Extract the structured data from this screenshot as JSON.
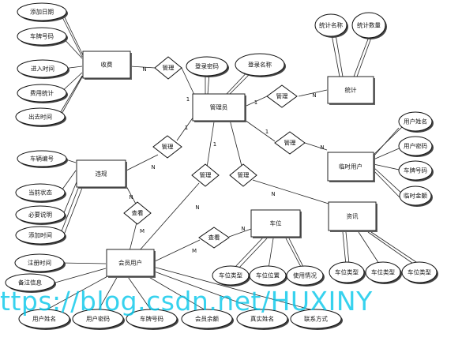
{
  "entities": [
    {
      "id": "shoufei",
      "label": "收费"
    },
    {
      "id": "guanliyuan",
      "label": "管理员"
    },
    {
      "id": "tongji",
      "label": "统计"
    },
    {
      "id": "linshiyonghu",
      "label": "临时用户"
    },
    {
      "id": "weigui",
      "label": "违规"
    },
    {
      "id": "chewei",
      "label": "车位"
    },
    {
      "id": "zixun",
      "label": "资讯"
    },
    {
      "id": "huiyuanyonghu",
      "label": "会员用户"
    }
  ],
  "relationships": [
    {
      "id": "r_shoufei",
      "label": "管理"
    },
    {
      "id": "r_tongji",
      "label": "管理"
    },
    {
      "id": "r_linshi",
      "label": "管理"
    },
    {
      "id": "r_weigui",
      "label": "管理"
    },
    {
      "id": "r_huiyuan",
      "label": "管理"
    },
    {
      "id": "r_zixun",
      "label": "管理"
    },
    {
      "id": "r_chakan1",
      "label": "查看"
    },
    {
      "id": "r_chakan2",
      "label": "查看"
    }
  ],
  "attributes": [
    {
      "id": "a1",
      "label": "添加日期"
    },
    {
      "id": "a2",
      "label": "车牌号码"
    },
    {
      "id": "a3",
      "label": "进入时间"
    },
    {
      "id": "a4",
      "label": "费用统计"
    },
    {
      "id": "a5",
      "label": "出去时间"
    },
    {
      "id": "a6",
      "label": "登录密码"
    },
    {
      "id": "a7",
      "label": "登录名称"
    },
    {
      "id": "a8",
      "label": "统计名称"
    },
    {
      "id": "a9",
      "label": "统计数量"
    },
    {
      "id": "a10",
      "label": "用户姓名"
    },
    {
      "id": "a11",
      "label": "用户密码"
    },
    {
      "id": "a12",
      "label": "车牌号码"
    },
    {
      "id": "a13",
      "label": "临时金额"
    },
    {
      "id": "a14",
      "label": "车辆编号"
    },
    {
      "id": "a15",
      "label": "当前状态"
    },
    {
      "id": "a16",
      "label": "必要说明"
    },
    {
      "id": "a17",
      "label": "添加时间"
    },
    {
      "id": "a18",
      "label": "注册时间"
    },
    {
      "id": "a19",
      "label": "备注信息"
    },
    {
      "id": "a20",
      "label": "车位类型"
    },
    {
      "id": "a21",
      "label": "车位位置"
    },
    {
      "id": "a22",
      "label": "使用情况"
    },
    {
      "id": "a23",
      "label": "车位类型"
    },
    {
      "id": "a24",
      "label": "车位类型"
    },
    {
      "id": "a25",
      "label": "车位类型"
    },
    {
      "id": "a26",
      "label": "用户姓名"
    },
    {
      "id": "a27",
      "label": "用户密码"
    },
    {
      "id": "a28",
      "label": "车牌号码"
    },
    {
      "id": "a29",
      "label": "会员余额"
    },
    {
      "id": "a30",
      "label": "真实姓名"
    },
    {
      "id": "a31",
      "label": "联系方式"
    }
  ],
  "cardinalities": [
    {
      "id": "c1",
      "label": "N"
    },
    {
      "id": "c2",
      "label": "1"
    },
    {
      "id": "c3",
      "label": "N"
    },
    {
      "id": "c4",
      "label": "1"
    },
    {
      "id": "c5",
      "label": "N"
    },
    {
      "id": "c6",
      "label": "1"
    },
    {
      "id": "c7",
      "label": "N"
    },
    {
      "id": "c8",
      "label": "1"
    },
    {
      "id": "c9",
      "label": "N"
    },
    {
      "id": "c10",
      "label": "1"
    },
    {
      "id": "c11",
      "label": "N"
    },
    {
      "id": "c12",
      "label": "N"
    },
    {
      "id": "c13",
      "label": "M"
    },
    {
      "id": "c14",
      "label": "N"
    },
    {
      "id": "c15",
      "label": "M"
    }
  ],
  "watermark": "ttps://blog.csdn.net/HUXINY"
}
